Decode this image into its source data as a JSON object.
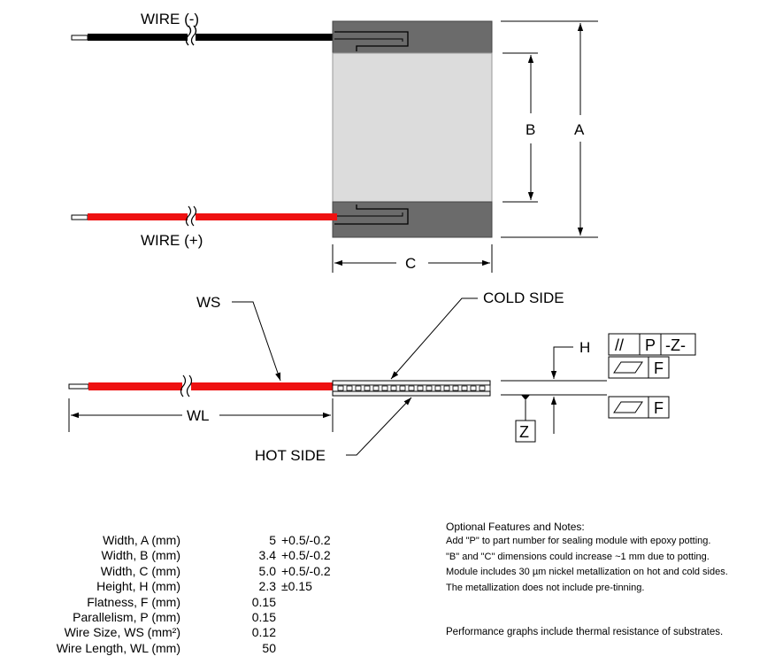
{
  "top_view": {
    "wire_neg_label": "WIRE (-)",
    "wire_pos_label": "WIRE (+)",
    "dim_a": "A",
    "dim_b": "B",
    "dim_c": "C"
  },
  "side_view": {
    "ws_label": "WS",
    "wl_label": "WL",
    "cold_side_label": "COLD SIDE",
    "hot_side_label": "HOT SIDE",
    "h_label": "H",
    "z_datum": "Z",
    "gdt_parallel_symbol": "//",
    "gdt_parallel_value": "P",
    "gdt_parallel_datum": "-Z-",
    "gdt_flatness_value": "F"
  },
  "specs": [
    {
      "label": "Width, A (mm)",
      "value": "5",
      "tolerance": "+0.5/-0.2"
    },
    {
      "label": "Width, B (mm)",
      "value": "3.4",
      "tolerance": "+0.5/-0.2"
    },
    {
      "label": "Width, C (mm)",
      "value": "5.0",
      "tolerance": "+0.5/-0.2"
    },
    {
      "label": "Height, H (mm)",
      "value": "2.3",
      "tolerance": "±0.15"
    },
    {
      "label": "Flatness, F (mm)",
      "value": "0.15",
      "tolerance": ""
    },
    {
      "label": "Parallelism, P (mm)",
      "value": "0.15",
      "tolerance": ""
    },
    {
      "label": "Wire Size, WS (mm²)",
      "value": "0.12",
      "tolerance": ""
    },
    {
      "label": "Wire Length, WL (mm)",
      "value": "50",
      "tolerance": ""
    }
  ],
  "notes": {
    "title": "Optional Features and Notes:",
    "items": [
      "Add \"P\" to part number for sealing module with epoxy potting.",
      "\"B\" and \"C\" dimensions could increase ~1 mm due to potting.",
      "Module includes 30 µm nickel metallization on hot and cold sides.",
      "The metallization does not include pre-tinning."
    ],
    "performance": "Performance graphs include thermal resistance of substrates."
  },
  "colors": {
    "wire_negative": "#000000",
    "wire_positive": "#ee1111",
    "ceramic_dark": "#6b6b6b",
    "ceramic_light": "#dcdcdc"
  }
}
